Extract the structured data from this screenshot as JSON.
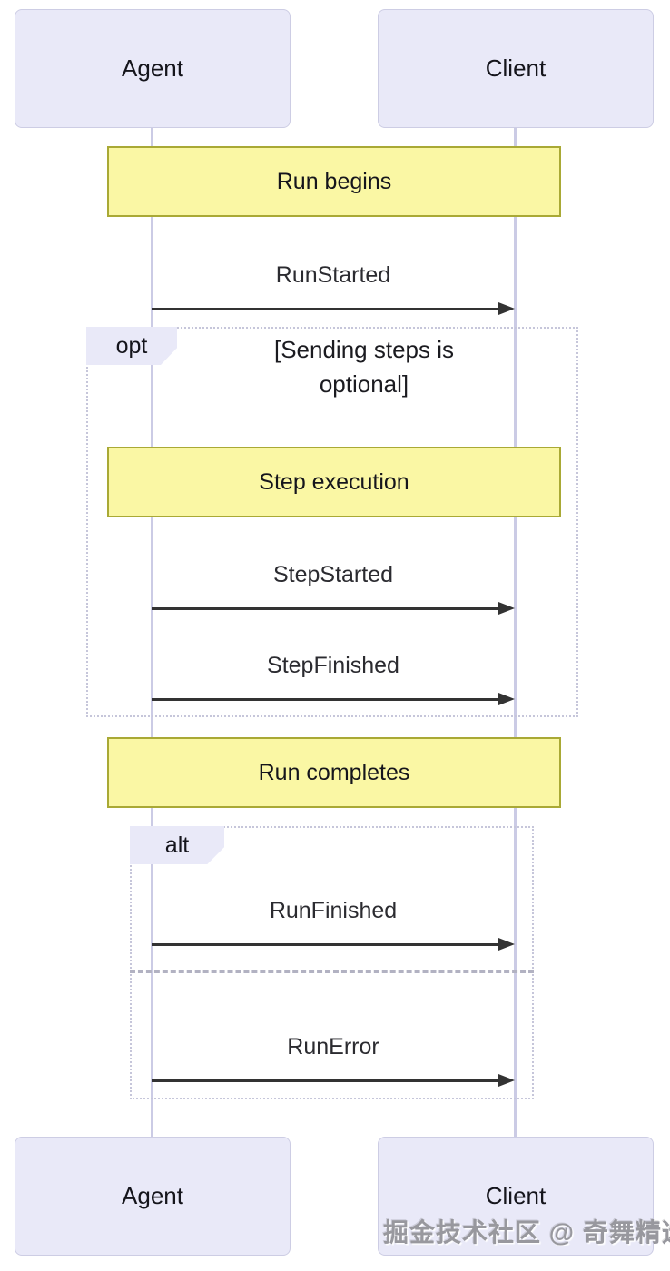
{
  "diagram": {
    "type": "sequence",
    "actors": [
      {
        "label": "Agent"
      },
      {
        "label": "Client"
      }
    ],
    "notes": [
      {
        "text": "Run begins"
      },
      {
        "text": "Step execution"
      },
      {
        "text": "Run completes"
      }
    ],
    "messages": [
      {
        "label": "RunStarted",
        "from": "Agent",
        "to": "Client"
      },
      {
        "label": "StepStarted",
        "from": "Agent",
        "to": "Client"
      },
      {
        "label": "StepFinished",
        "from": "Agent",
        "to": "Client"
      },
      {
        "label": "RunFinished",
        "from": "Agent",
        "to": "Client"
      },
      {
        "label": "RunError",
        "from": "Agent",
        "to": "Client"
      }
    ],
    "fragments": [
      {
        "kind": "opt",
        "label": "opt",
        "guard": "[Sending steps is optional]"
      },
      {
        "kind": "alt",
        "label": "alt"
      }
    ],
    "watermark": "掘金技术社区 @ 奇舞精选",
    "colors": {
      "actor_fill": "#e9e9f8",
      "actor_border": "#cdcde4",
      "lifeline": "#cbcbe5",
      "note_fill": "#faf7a4",
      "note_border": "#a9a935",
      "fragment_border": "#c6c6da",
      "arrow": "#333333",
      "text": "#15151c",
      "watermark_text": "#98989e"
    }
  }
}
